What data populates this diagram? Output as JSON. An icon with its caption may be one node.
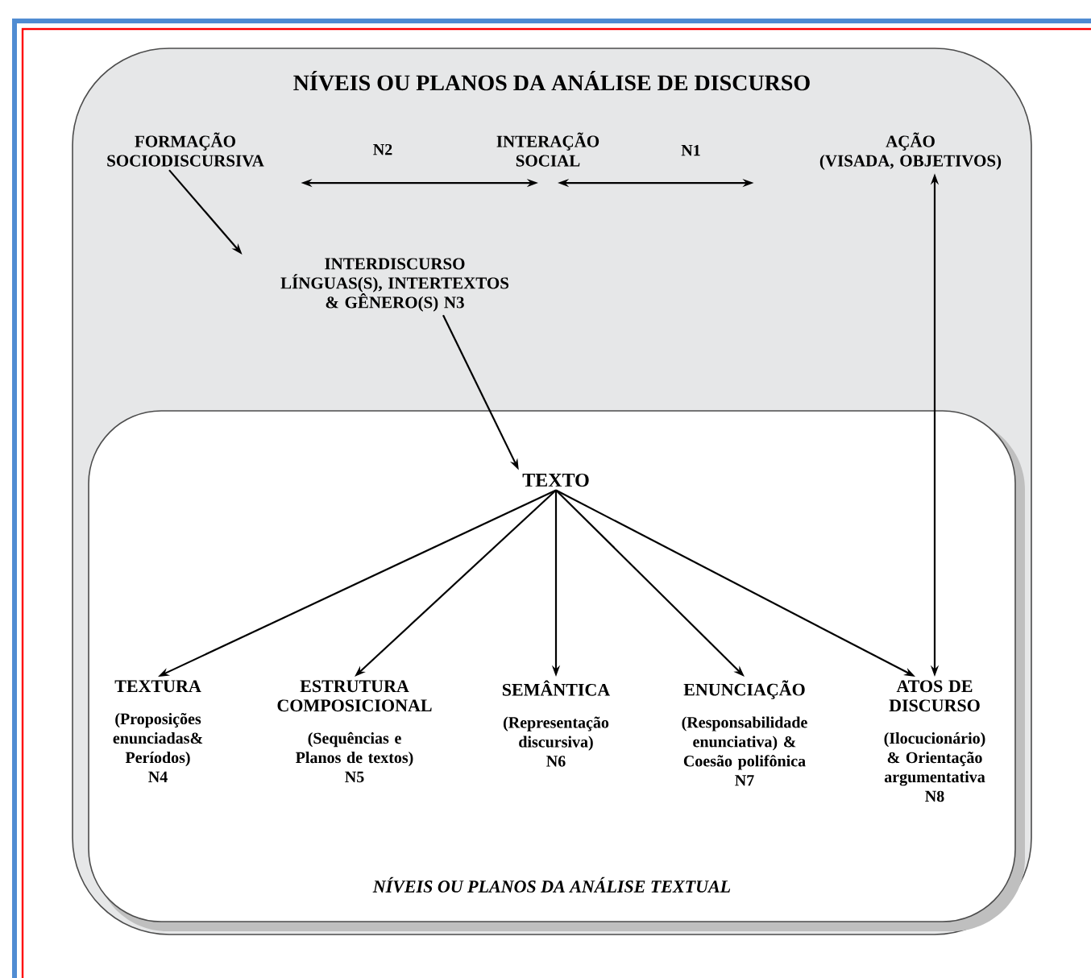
{
  "diagram": {
    "nodes": [
      {
        "text": [
          "NÍVEIS OU PLANOS DA ANÁLISE DE DISCURSO"
        ]
      },
      {
        "text": [
          "FORMAÇÃO SOCIODISCURSIVA"
        ],
        "in": 0
      },
      {
        "text": [
          "INTERAÇÃO SOCIAL"
        ],
        "in": 0
      },
      {
        "text": [
          "AÇÃO",
          "(VISADA, OBJETIVOS)"
        ],
        "in": 0
      },
      {
        "text": [
          "INTERDISCURSO",
          "LÍNGUAS(S), INTERTEXTOS & GÊNERO(S) N3"
        ],
        "in": 0
      },
      {
        "text": [
          "NÍVEIS OU PLANOS DA ANÁLISE TEXTUAL"
        ],
        "in": 0
      },
      {
        "text": [
          "TEXTO"
        ],
        "in": 5
      },
      {
        "text": [
          "TEXTURA",
          "(Proposições enunciadas& Períodos)",
          "N4"
        ],
        "in": 5
      },
      {
        "text": [
          "ESTRUTURA COMPOSICIONAL",
          "(Sequências e Planos de textos)",
          "N5"
        ],
        "in": 5
      },
      {
        "text": [
          "SEMÂNTICA",
          "(Representação discursiva)",
          "N6"
        ],
        "in": 5
      },
      {
        "text": [
          "ENUNCIAÇÃO",
          "(Responsabilidade enunciativa) & Coesão polifônica",
          "N7"
        ],
        "in": 5
      },
      {
        "text": [
          "ATOS DE DISCURSO",
          "(Ilocucionário) & Orientação argumentativa",
          "N8"
        ],
        "in": 5
      }
    ],
    "edges": [
      {
        "from": 1,
        "to": 2,
        "arrow": "both",
        "label": "N2"
      },
      {
        "from": 2,
        "to": 3,
        "arrow": "both",
        "label": "N1"
      },
      {
        "from": 1,
        "to": 4,
        "arrow": "to"
      },
      {
        "from": 4,
        "to": 6,
        "arrow": "to"
      },
      {
        "from": 6,
        "to": 7,
        "arrow": "to"
      },
      {
        "from": 6,
        "to": 8,
        "arrow": "to"
      },
      {
        "from": 6,
        "to": 9,
        "arrow": "to"
      },
      {
        "from": 6,
        "to": 10,
        "arrow": "to"
      },
      {
        "from": 6,
        "to": 11,
        "arrow": "to"
      },
      {
        "from": 11,
        "to": 3,
        "arrow": "both"
      }
    ]
  }
}
